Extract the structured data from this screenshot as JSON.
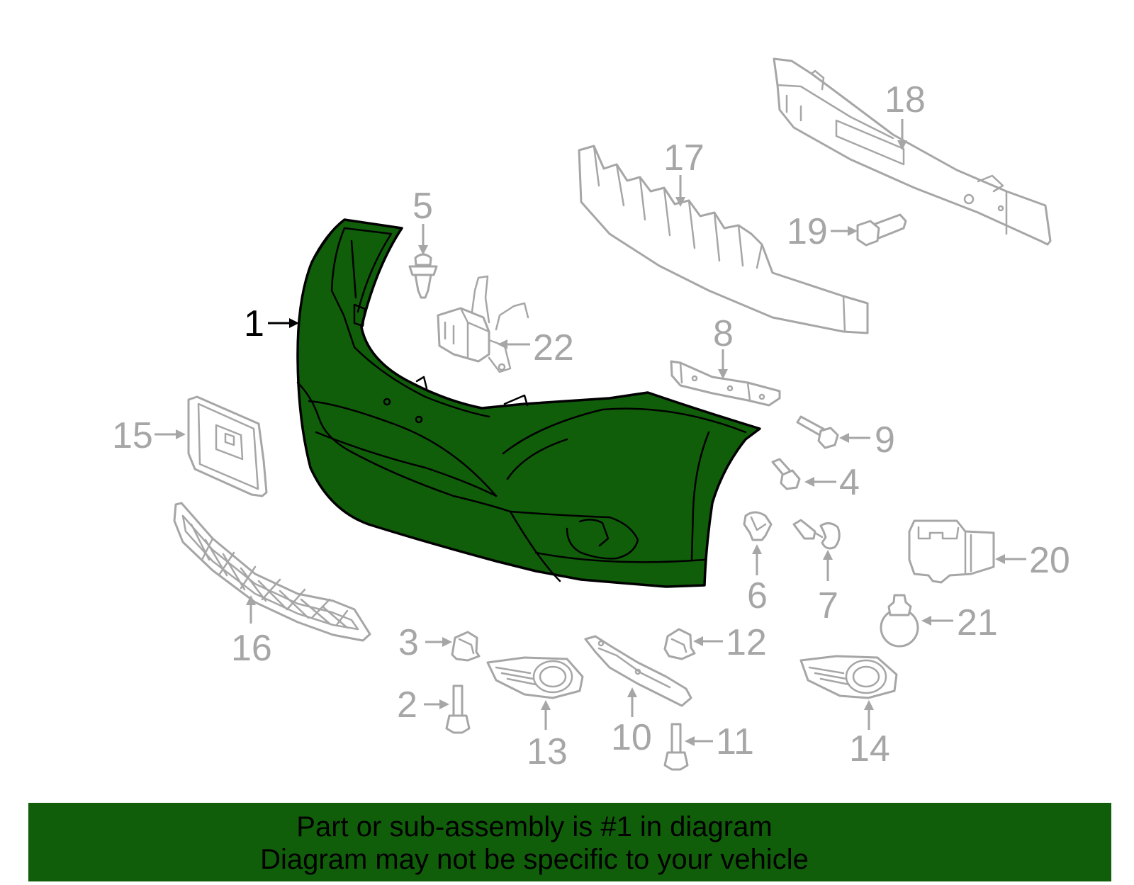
{
  "callouts": {
    "c1": "1",
    "c2": "2",
    "c3": "3",
    "c4": "4",
    "c5": "5",
    "c6": "6",
    "c7": "7",
    "c8": "8",
    "c9": "9",
    "c10": "10",
    "c11": "11",
    "c12": "12",
    "c13": "13",
    "c14": "14",
    "c15": "15",
    "c16": "16",
    "c17": "17",
    "c18": "18",
    "c19": "19",
    "c20": "20",
    "c21": "21",
    "c22": "22"
  },
  "highlighted_part": "1",
  "colors": {
    "highlight": "#115e0a",
    "parts": "#a6a6a6",
    "banner": "#115e0a"
  },
  "banner": {
    "line1": "Part or sub-assembly is #1 in diagram",
    "line2": "Diagram may not be specific to your vehicle"
  }
}
